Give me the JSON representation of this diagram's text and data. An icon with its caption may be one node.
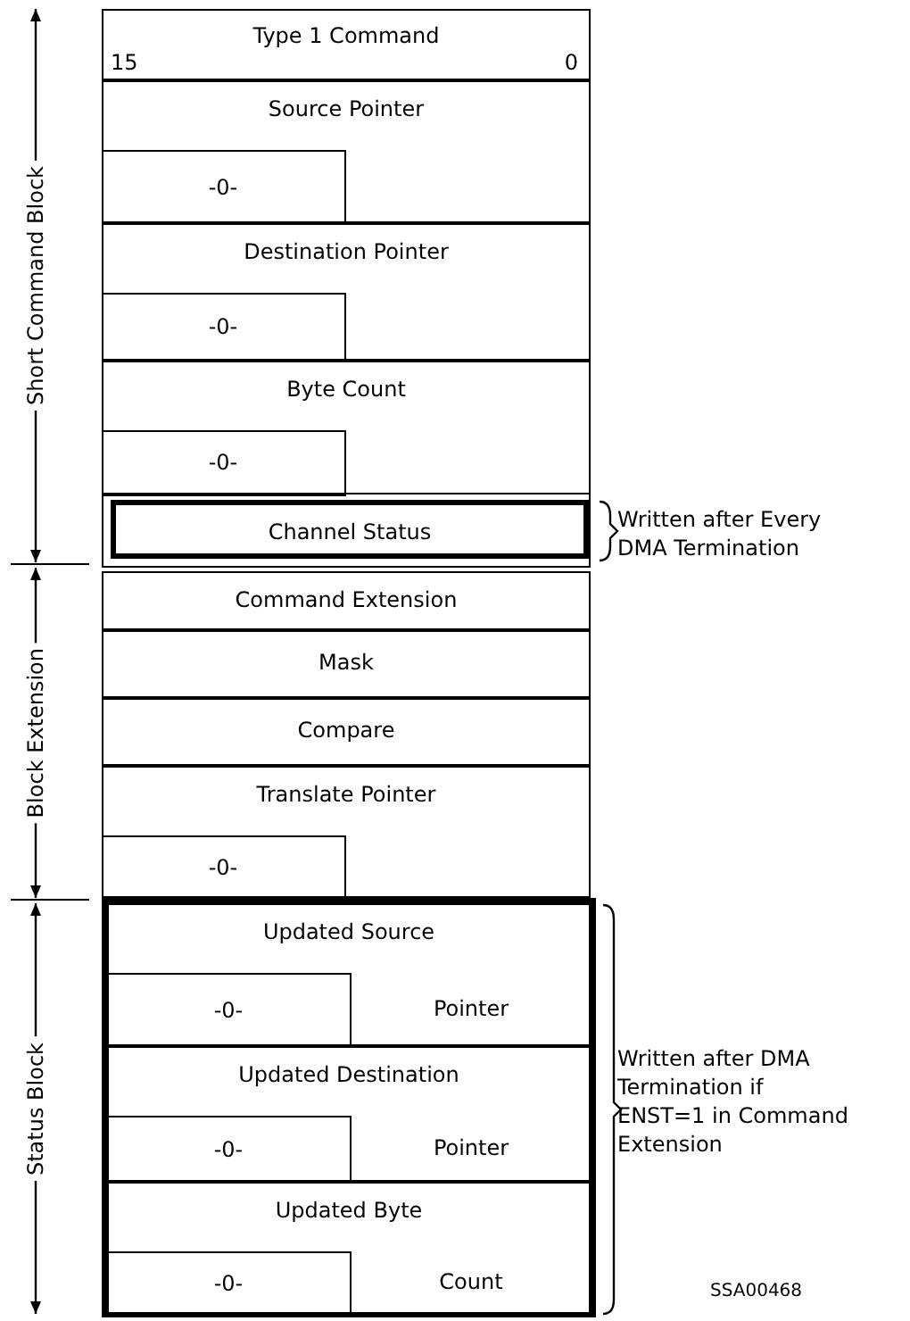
{
  "diagram": {
    "nodes": [
      {
        "text": [
          "Type 1 Command",
          "15",
          "0"
        ]
      },
      {
        "text": [
          "Source Pointer"
        ]
      },
      {
        "text": [
          "-0-"
        ],
        "in": 1
      },
      {
        "text": [
          "Destination Pointer"
        ]
      },
      {
        "text": [
          "-0-"
        ],
        "in": 3
      },
      {
        "text": [
          "Byte Count"
        ]
      },
      {
        "text": [
          "-0-"
        ],
        "in": 5
      },
      {
        "text": [
          "Channel Status"
        ]
      },
      {
        "text": [
          "Command Extension"
        ]
      },
      {
        "text": [
          "Mask"
        ]
      },
      {
        "text": [
          "Compare"
        ]
      },
      {
        "text": [
          "Translate Pointer"
        ]
      },
      {
        "text": [
          "-0-"
        ],
        "in": 11
      },
      {
        "text": [
          "Updated Source",
          "Pointer"
        ]
      },
      {
        "text": [
          "-0-"
        ],
        "in": 13
      },
      {
        "text": [
          "Updated Destination",
          "Pointer"
        ]
      },
      {
        "text": [
          "-0-"
        ],
        "in": 15
      },
      {
        "text": [
          "Updated Byte",
          "Count"
        ]
      },
      {
        "text": [
          "-0-"
        ],
        "in": 17
      }
    ],
    "edges": [],
    "labels": [
      "Short Command Block",
      "Block Extension",
      "Status Block",
      "Written after Every DMA Termination",
      "Written after DMA Termination if ENST=1 in Command Extension",
      "SSA00468"
    ]
  }
}
